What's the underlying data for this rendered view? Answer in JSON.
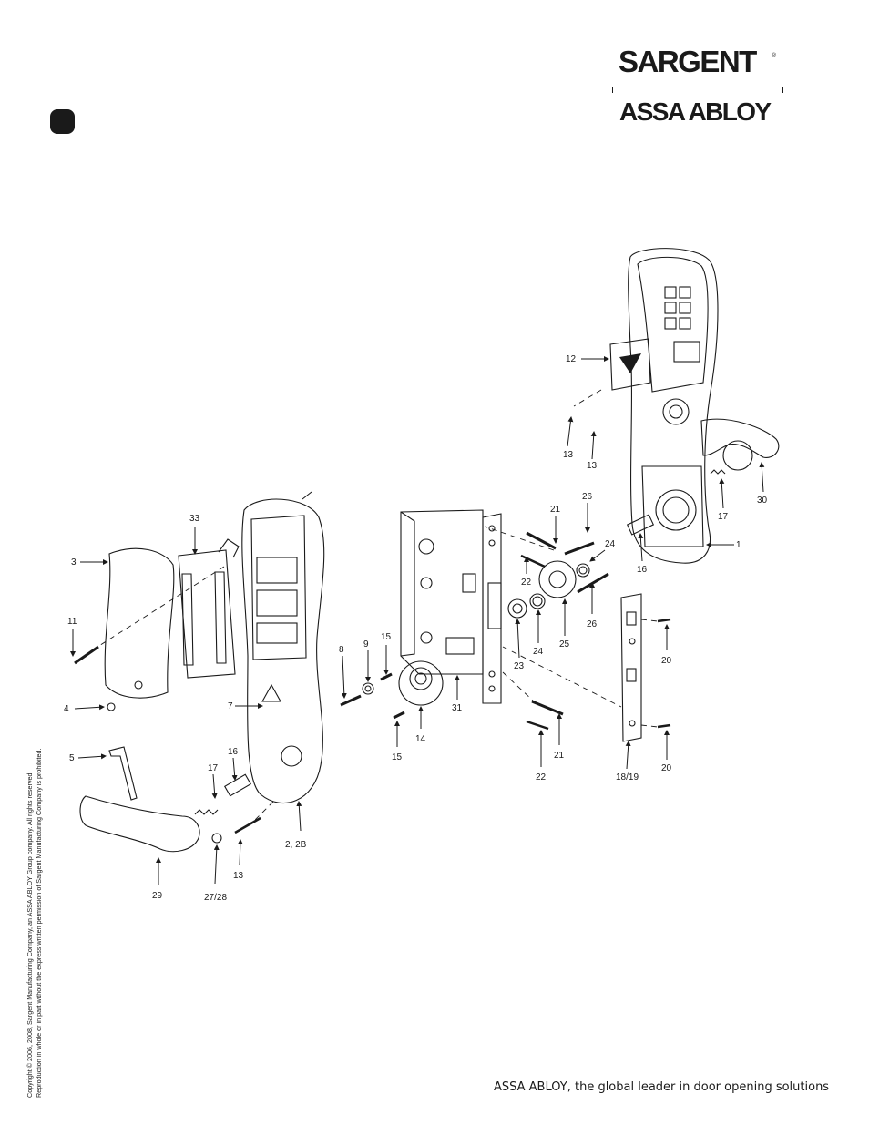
{
  "brand": {
    "name": "SARGENT",
    "registered": "®",
    "parent": "ASSA ABLOY"
  },
  "footer": {
    "tagline": "ASSA ABLOY, the global leader in door opening solutions"
  },
  "copyright": {
    "line1": "Copyright © 2006, 2008, Sargent Manufacturing Company, an ASSA ABLOY Group company. All rights reserved.",
    "line2": "Reproduction in whole or in part without the express written permission of Sargent Manufacturing Company is prohibited."
  },
  "callouts": {
    "c12": "12",
    "c13a": "13",
    "c13b": "13",
    "c21a": "21",
    "c26a": "26",
    "c24": "24",
    "c22a": "22",
    "c17a": "17",
    "c30": "30",
    "c1": "1",
    "c16a": "16",
    "c33": "33",
    "c3": "3",
    "c11": "11",
    "c4": "4",
    "c5": "5",
    "c29": "29",
    "c7": "7",
    "c16b": "16",
    "c17b": "17",
    "c27": "27/28",
    "c13c": "13",
    "c2": "2, 2B",
    "c8": "8",
    "c9": "9",
    "c15a": "15",
    "c15b": "15",
    "c14": "14",
    "c31": "31",
    "c23": "23",
    "c24b": "24",
    "c25": "25",
    "c26b": "26",
    "c20a": "20",
    "c20b": "20",
    "c21b": "21",
    "c22b": "22",
    "c18": "18/19"
  },
  "colors": {
    "ink": "#1a1a1a",
    "background": "#ffffff"
  }
}
